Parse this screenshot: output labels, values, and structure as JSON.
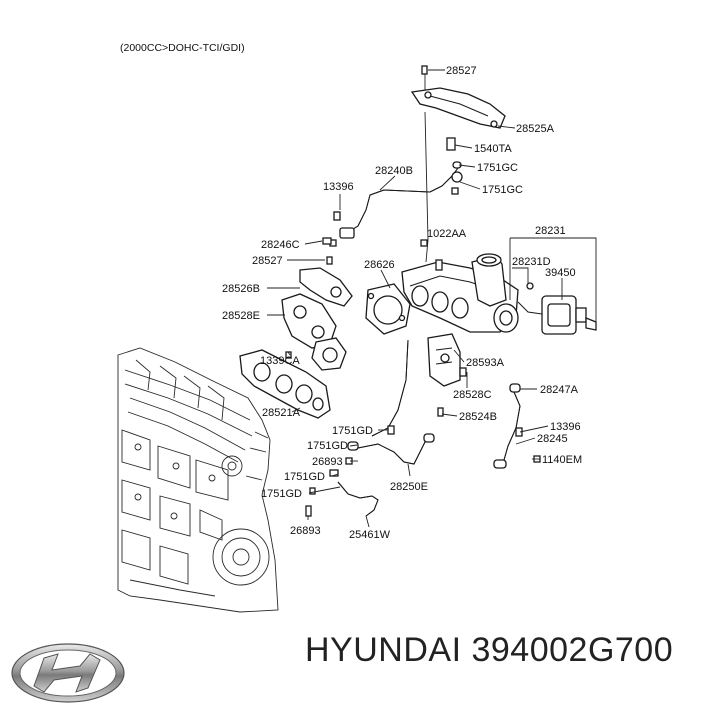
{
  "header": {
    "spec": "(2000CC>DOHC-TCI/GDI)"
  },
  "callouts": [
    "28527",
    "28525A",
    "1540TA",
    "1751GC",
    "1751GC",
    "28240B",
    "13396",
    "28246C",
    "28527",
    "28626",
    "1022AA",
    "28231",
    "28231D",
    "39450",
    "28526B",
    "28528E",
    "1339CA",
    "28593A",
    "28247A",
    "28528C",
    "28524B",
    "28521A",
    "1751GD",
    "13396",
    "1751GD",
    "28245",
    "26893",
    "1751GD",
    "1140EM",
    "28250E",
    "1751GD",
    "26893",
    "25461W"
  ],
  "brand": {
    "name": "HYUNDAI",
    "part_number": "394002G700"
  }
}
